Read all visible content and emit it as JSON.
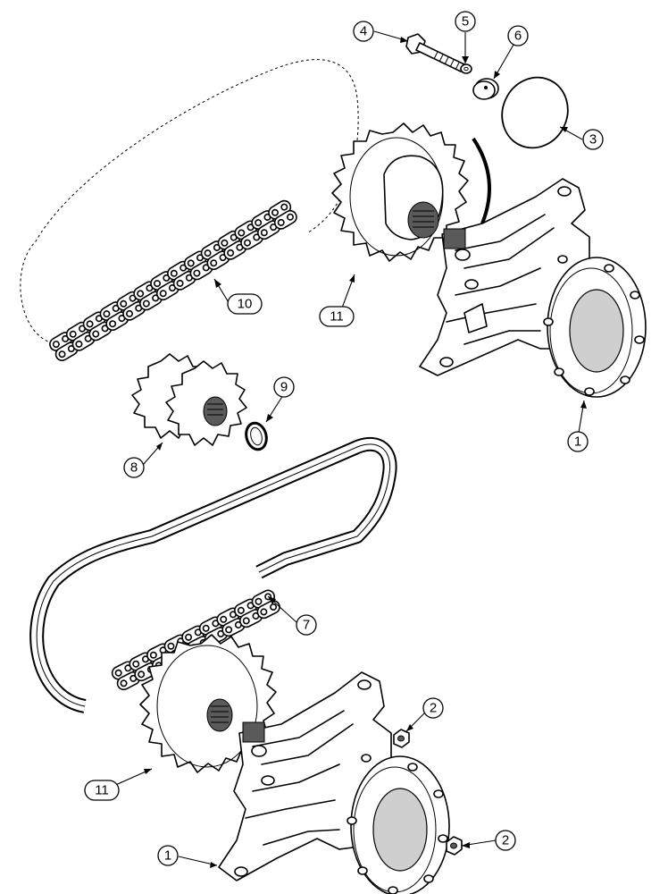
{
  "callouts": [
    {
      "id": "c4",
      "label": "4",
      "part": "bolt"
    },
    {
      "id": "c5",
      "label": "5",
      "part": "lock-washer"
    },
    {
      "id": "c6",
      "label": "6",
      "part": "washer-plate"
    },
    {
      "id": "c3",
      "label": "3",
      "part": "o-ring"
    },
    {
      "id": "c10",
      "label": "10",
      "part": "upper-drive-chain"
    },
    {
      "id": "c11a",
      "label": "11",
      "part": "upper-sprocket"
    },
    {
      "id": "c1a",
      "label": "1",
      "part": "upper-axle-housing"
    },
    {
      "id": "c9",
      "label": "9",
      "part": "snap-ring"
    },
    {
      "id": "c8",
      "label": "8",
      "part": "double-drive-sprocket"
    },
    {
      "id": "c7",
      "label": "7",
      "part": "lower-drive-chain"
    },
    {
      "id": "c2a",
      "label": "2",
      "part": "nut"
    },
    {
      "id": "c11b",
      "label": "11",
      "part": "lower-sprocket"
    },
    {
      "id": "c2b",
      "label": "2",
      "part": "nut"
    },
    {
      "id": "c1b",
      "label": "1",
      "part": "lower-axle-housing"
    }
  ]
}
